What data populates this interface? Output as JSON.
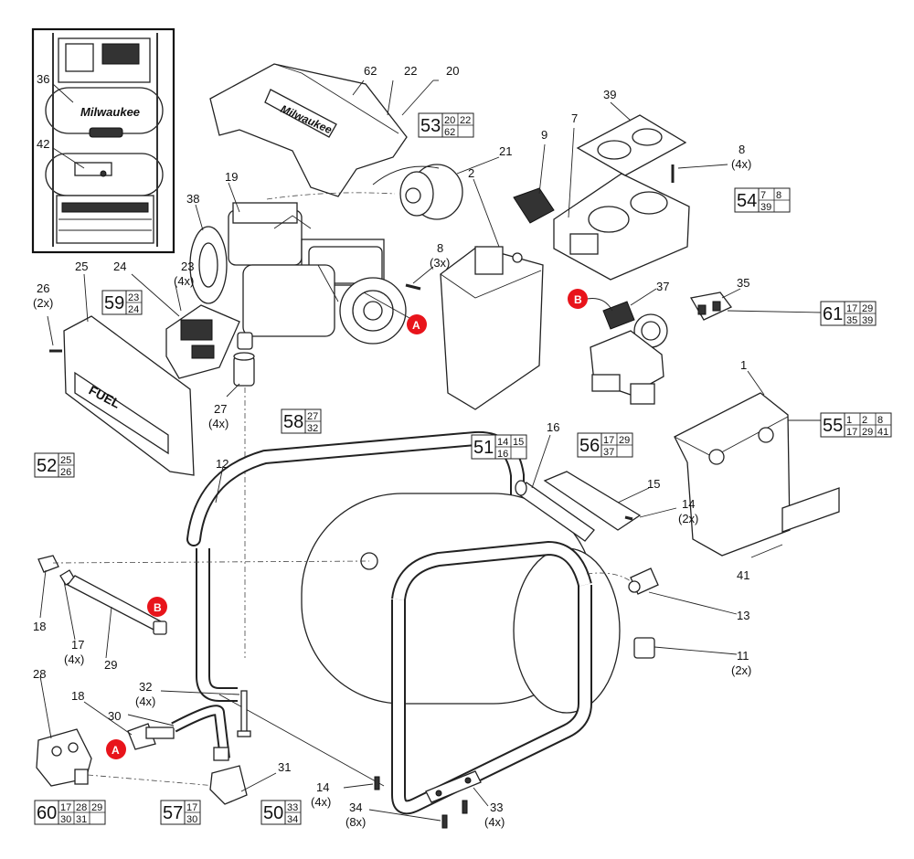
{
  "diagram": {
    "inset_labels": [
      {
        "id": "36",
        "label": "36"
      },
      {
        "id": "42",
        "label": "42"
      }
    ],
    "part_labels": [
      {
        "id": "p62",
        "label": "62"
      },
      {
        "id": "p22",
        "label": "22"
      },
      {
        "id": "p20",
        "label": "20"
      },
      {
        "id": "p21",
        "label": "21"
      },
      {
        "id": "p19",
        "label": "19"
      },
      {
        "id": "p38",
        "label": "38"
      },
      {
        "id": "p2",
        "label": "2"
      },
      {
        "id": "p9",
        "label": "9"
      },
      {
        "id": "p7",
        "label": "7"
      },
      {
        "id": "p39",
        "label": "39"
      },
      {
        "id": "p8a",
        "label": "8",
        "qty": "(4x)"
      },
      {
        "id": "p8b",
        "label": "8",
        "qty": "(3x)"
      },
      {
        "id": "p23",
        "label": "23",
        "qty": "(4x)"
      },
      {
        "id": "p24",
        "label": "24"
      },
      {
        "id": "p25",
        "label": "25"
      },
      {
        "id": "p26",
        "label": "26",
        "qty": "(2x)"
      },
      {
        "id": "p37",
        "label": "37"
      },
      {
        "id": "p35",
        "label": "35"
      },
      {
        "id": "p1",
        "label": "1"
      },
      {
        "id": "p27",
        "label": "27",
        "qty": "(4x)"
      },
      {
        "id": "p16",
        "label": "16"
      },
      {
        "id": "p15",
        "label": "15"
      },
      {
        "id": "p14a",
        "label": "14",
        "qty": "(2x)"
      },
      {
        "id": "p12",
        "label": "12"
      },
      {
        "id": "p41",
        "label": "41"
      },
      {
        "id": "p13",
        "label": "13"
      },
      {
        "id": "p11",
        "label": "11",
        "qty": "(2x)"
      },
      {
        "id": "p18a",
        "label": "18"
      },
      {
        "id": "p17",
        "label": "17",
        "qty": "(4x)"
      },
      {
        "id": "p29",
        "label": "29"
      },
      {
        "id": "p28",
        "label": "28"
      },
      {
        "id": "p18b",
        "label": "18"
      },
      {
        "id": "p30",
        "label": "30"
      },
      {
        "id": "p32",
        "label": "32",
        "qty": "(4x)"
      },
      {
        "id": "p31",
        "label": "31"
      },
      {
        "id": "p14b",
        "label": "14",
        "qty": "(4x)"
      },
      {
        "id": "p34",
        "label": "34",
        "qty": "(8x)"
      },
      {
        "id": "p33",
        "label": "33",
        "qty": "(4x)"
      }
    ],
    "kits": [
      {
        "id": "53",
        "cells": [
          [
            "20",
            "22"
          ],
          [
            "62",
            ""
          ]
        ]
      },
      {
        "id": "54",
        "cells": [
          [
            "7",
            "8"
          ],
          [
            "39",
            ""
          ]
        ]
      },
      {
        "id": "59",
        "cells": [
          [
            "23"
          ],
          [
            "24"
          ]
        ]
      },
      {
        "id": "61",
        "cells": [
          [
            "17",
            "29"
          ],
          [
            "35",
            "39"
          ]
        ]
      },
      {
        "id": "58",
        "cells": [
          [
            "27"
          ],
          [
            "32"
          ]
        ]
      },
      {
        "id": "55",
        "cells": [
          [
            "1",
            "2",
            "8"
          ],
          [
            "17",
            "29",
            "41"
          ]
        ]
      },
      {
        "id": "51",
        "cells": [
          [
            "14",
            "15"
          ],
          [
            "16",
            ""
          ]
        ]
      },
      {
        "id": "56",
        "cells": [
          [
            "17",
            "29"
          ],
          [
            "37",
            ""
          ]
        ]
      },
      {
        "id": "52",
        "cells": [
          [
            "25"
          ],
          [
            "26"
          ]
        ]
      },
      {
        "id": "60",
        "cells": [
          [
            "17",
            "28",
            "29"
          ],
          [
            "30",
            "31",
            ""
          ]
        ]
      },
      {
        "id": "57",
        "cells": [
          [
            "17"
          ],
          [
            "30"
          ]
        ]
      },
      {
        "id": "50",
        "cells": [
          [
            "33"
          ],
          [
            "34"
          ]
        ]
      }
    ],
    "connectors": [
      {
        "id": "A1",
        "letter": "A"
      },
      {
        "id": "A2",
        "letter": "A"
      },
      {
        "id": "B1",
        "letter": "B"
      },
      {
        "id": "B2",
        "letter": "B"
      }
    ],
    "brand": {
      "decal_text": "Milwaukee",
      "fuel_text": "FUEL"
    },
    "colors": {
      "callout": "#e8141b",
      "line": "#222222",
      "background": "#ffffff"
    }
  }
}
